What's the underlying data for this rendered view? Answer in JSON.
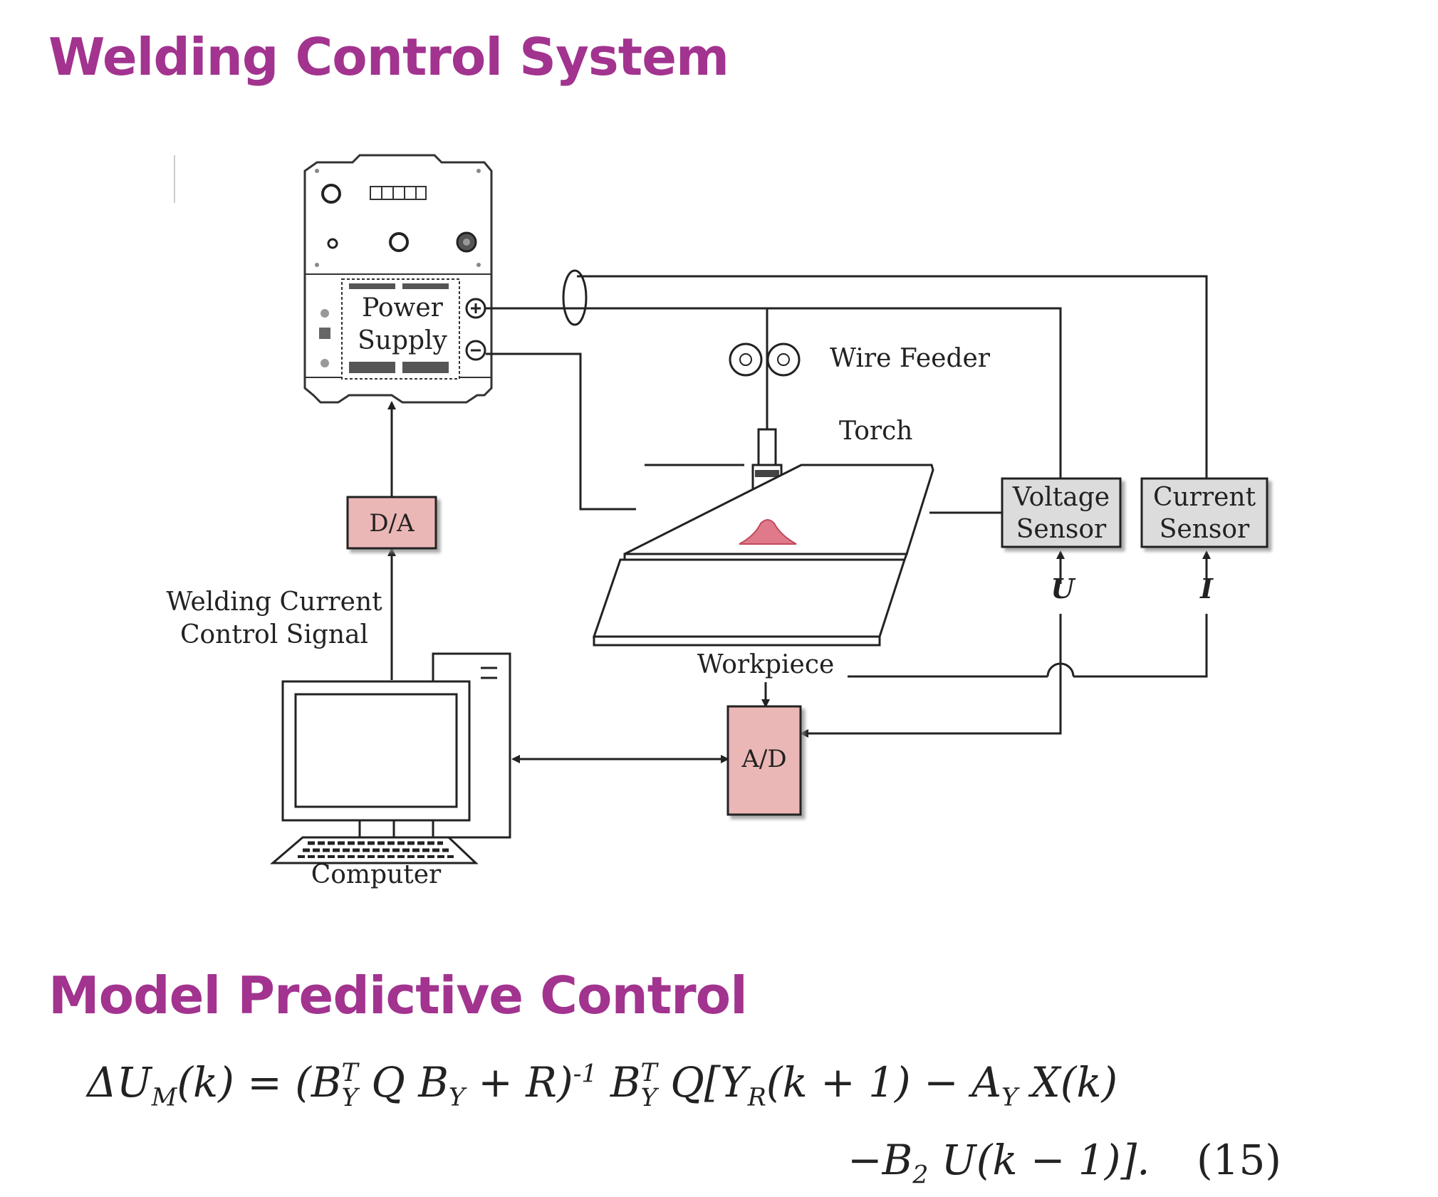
{
  "headings": {
    "system_title": "Welding Control System",
    "mpc_title": "Model Predictive Control"
  },
  "diagram": {
    "power_supply_line1": "Power",
    "power_supply_line2": "Supply",
    "wire_feeder": "Wire Feeder",
    "torch": "Torch",
    "voltage_sensor_line1": "Voltage",
    "voltage_sensor_line2": "Sensor",
    "current_sensor_line1": "Current",
    "current_sensor_line2": "Sensor",
    "voltage_symbol": "U",
    "current_symbol": "I",
    "da_converter": "D/A",
    "ad_converter": "A/D",
    "control_signal_line1": "Welding Current",
    "control_signal_line2": "Control Signal",
    "workpiece": "Workpiece",
    "computer": "Computer",
    "colors": {
      "heading": "#A2338F",
      "converter_fill": "#EBB7B6",
      "sensor_fill": "#DCDCDC",
      "arc_fill": "#E07A8A"
    }
  },
  "equation": {
    "line1": "ΔU_M(k) = (B_Y^T Q B_Y + R)^{-1} B_Y^T Q[Y_R(k + 1) − A_Y X(k)",
    "line2": "−B_2 U(k − 1)].",
    "number": "(15)"
  }
}
